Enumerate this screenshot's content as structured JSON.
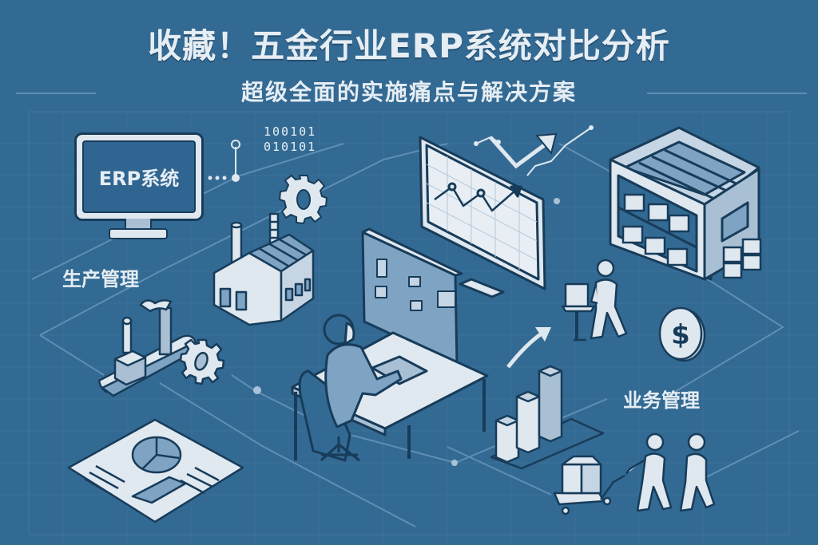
{
  "header": {
    "title": "收藏！五金行业ERP系统对比分析",
    "subtitle": "超级全面的实施痛点与解决方案"
  },
  "illustration": {
    "erp_monitor": {
      "screen_text": "ERP系统"
    },
    "binary_code": {
      "line1": "100101",
      "line2": "010101"
    },
    "labels": {
      "production": "生产管理",
      "business": "业务管理"
    },
    "icons": [
      "erp-monitor",
      "gear-icon",
      "factory-icon",
      "conveyor-factory-icon",
      "report-document-icon",
      "analytics-monitor-icon",
      "trend-arrow-icon",
      "warehouse-icon",
      "worker-carrying-box-icon",
      "dollar-coin-icon",
      "bar-chart-icon",
      "workers-pushing-cart-icon",
      "office-worker-at-desk-icon"
    ],
    "currency_symbol": "$"
  },
  "colors": {
    "background": "#336a93",
    "text": "#e6edf3",
    "outline": "#173c5a",
    "light_fill": "#dfe7ef",
    "mid_fill": "#a9bfd3",
    "grid_line": "#5d8db3"
  }
}
